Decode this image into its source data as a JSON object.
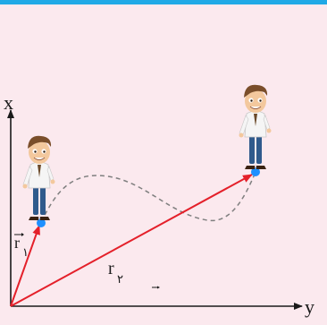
{
  "axes": {
    "x_label": "x",
    "y_label": "y"
  },
  "vectors": {
    "r1_label": "r",
    "r1_sub": "۱",
    "r2_label": "r",
    "r2_sub": "۲"
  },
  "colors": {
    "background": "#fbe9ee",
    "top_bar": "#20a9e6",
    "vector": "#e4202a",
    "path": "#7f7f7f",
    "point": "#1e90ff",
    "axis": "#1a1a1a"
  }
}
